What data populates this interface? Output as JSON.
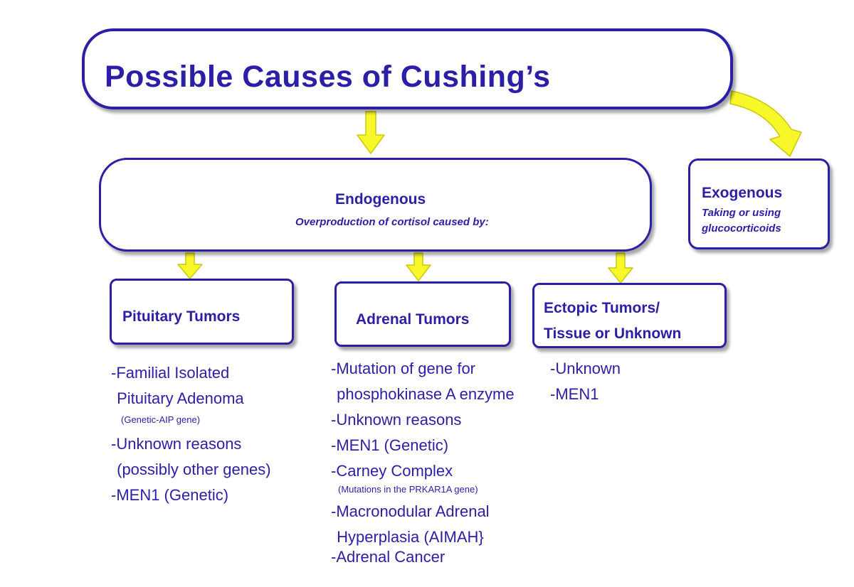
{
  "title": "Possible Causes of Cushing’s",
  "endogenous": {
    "title": "Endogenous",
    "subtitle": "Overproduction of  cortisol caused by:"
  },
  "exogenous": {
    "title": "Exogenous",
    "subtitle": "Taking or using glucocorticoids"
  },
  "categories": [
    {
      "label_lines": [
        "Pituitary Tumors"
      ],
      "items": [
        {
          "text": "-Familial Isolated",
          "small": false
        },
        {
          "text": " Pituitary Adenoma",
          "small": false
        },
        {
          "text": "(Genetic-AIP gene)",
          "small": true
        },
        {
          "text": "-Unknown reasons",
          "small": false
        },
        {
          "text": " (possibly other genes)",
          "small": false
        },
        {
          "text": "-MEN1 (Genetic)",
          "small": false
        }
      ]
    },
    {
      "label_lines": [
        "Adrenal Tumors"
      ],
      "items": [
        {
          "text": "-Mutation of gene for",
          "small": false
        },
        {
          "text": " phosphokinase A enzyme",
          "small": false
        },
        {
          "text": "-Unknown reasons",
          "small": false
        },
        {
          "text": "-MEN1 (Genetic)",
          "small": false
        },
        {
          "text": "-Carney Complex",
          "small": false
        },
        {
          "text": "(Mutations in the PRKAR1A gene)",
          "small": true
        },
        {
          "text": "-Macronodular Adrenal",
          "small": false
        },
        {
          "text": " Hyperplasia (AIMAH}",
          "small": false
        },
        {
          "text": "-Adrenal Cancer",
          "small": false
        }
      ]
    },
    {
      "label_lines": [
        "Ectopic Tumors/",
        "Tissue or Unknown"
      ],
      "items": [
        {
          "text": "-Unknown",
          "small": false
        },
        {
          "text": "-MEN1",
          "small": false
        }
      ]
    }
  ],
  "colors": {
    "text": "#2a1fa6",
    "border": "#2a1fa6",
    "arrow_fill": "#f7f72a",
    "arrow_outline": "#c9c90f"
  }
}
